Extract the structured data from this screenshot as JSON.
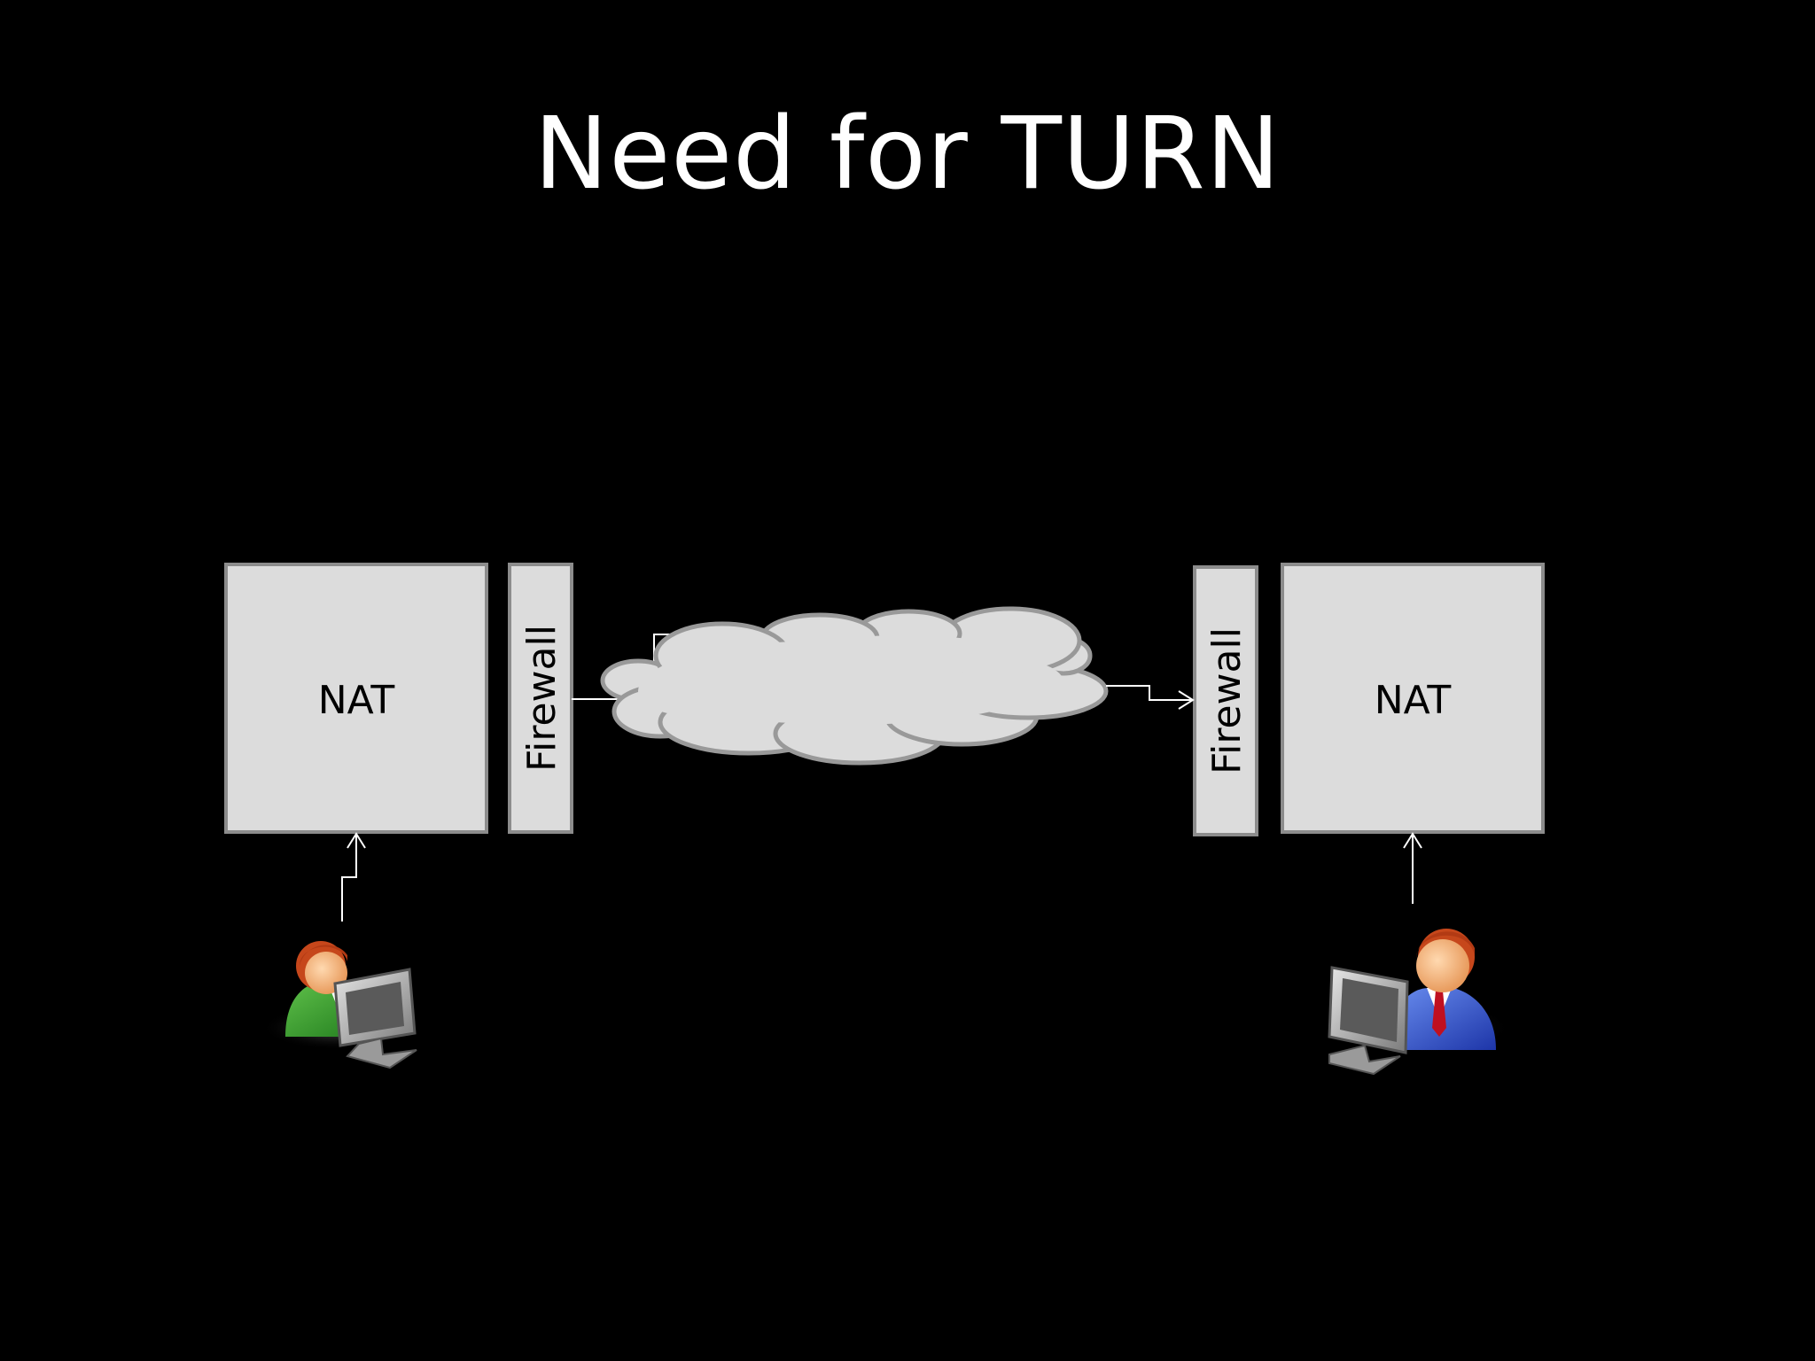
{
  "slide": {
    "title": "Need for TURN"
  },
  "left_site": {
    "nat_label": "NAT",
    "firewall_label": "Firewall",
    "user_icon": "user-at-computer-icon"
  },
  "right_site": {
    "nat_label": "NAT",
    "firewall_label": "Firewall",
    "user_icon": "businessman-at-computer-icon"
  },
  "internet": {
    "icon": "cloud-icon"
  },
  "colors": {
    "background": "#000000",
    "box_fill": "#dcdcdc",
    "box_stroke": "#8c8c8c",
    "line": "#ffffff",
    "title": "#ffffff"
  }
}
